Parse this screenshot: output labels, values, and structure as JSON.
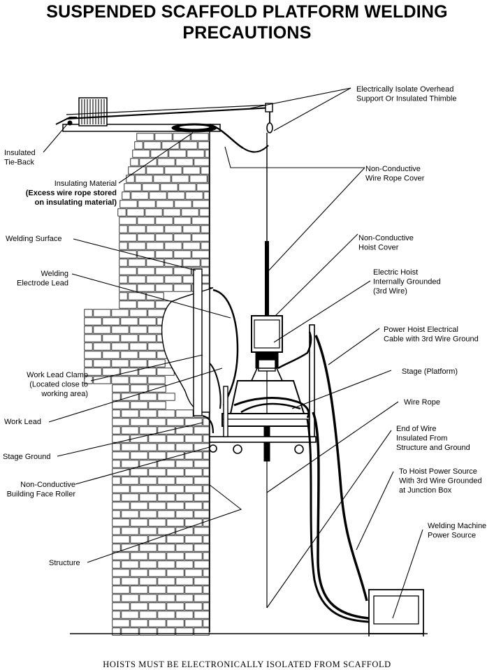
{
  "title": {
    "line1": "SUSPENDED SCAFFOLD PLATFORM WELDING",
    "line2": "PRECAUTIONS"
  },
  "labels": {
    "overhead_support": [
      "Electrically Isolate Overhead",
      "Support Or Insulated Thimble"
    ],
    "insulated_tieback": [
      "Insulated",
      "Tie-Back"
    ],
    "insulating_material": [
      "Insulating Material",
      "(Excess wire rope stored",
      "on insulating material)"
    ],
    "wire_rope_cover": [
      "Non-Conductive",
      "Wire Rope Cover"
    ],
    "welding_surface": [
      "Welding Surface"
    ],
    "hoist_cover": [
      "Non-Conductive",
      "Hoist Cover"
    ],
    "electrode_lead": [
      "Welding",
      "Electrode Lead"
    ],
    "electric_hoist": [
      "Electric Hoist",
      "Internally Grounded",
      "(3rd Wire)"
    ],
    "power_cable": [
      "Power Hoist Electrical",
      "Cable with 3rd Wire Ground"
    ],
    "work_lead_clamp": [
      "Work Lead Clamp",
      "(Located close to",
      "working area)"
    ],
    "stage_platform": [
      "Stage (Platform)"
    ],
    "wire_rope": [
      "Wire Rope"
    ],
    "work_lead": [
      "Work Lead"
    ],
    "end_of_wire": [
      "End of Wire",
      "Insulated From",
      "Structure and Ground"
    ],
    "stage_ground": [
      "Stage Ground"
    ],
    "hoist_power_source": [
      "To Hoist Power Source",
      "With 3rd Wire Grounded",
      "at Junction Box"
    ],
    "building_face_roller": [
      "Non-Conductive",
      "Building Face Roller"
    ],
    "welding_machine": [
      "Welding Machine",
      "Power Source"
    ],
    "structure": [
      "Structure"
    ]
  },
  "footer": "HOISTS MUST BE ELECTRONICALLY ISOLATED FROM SCAFFOLD",
  "colors": {
    "ink": "#000000",
    "background": "#ffffff"
  }
}
